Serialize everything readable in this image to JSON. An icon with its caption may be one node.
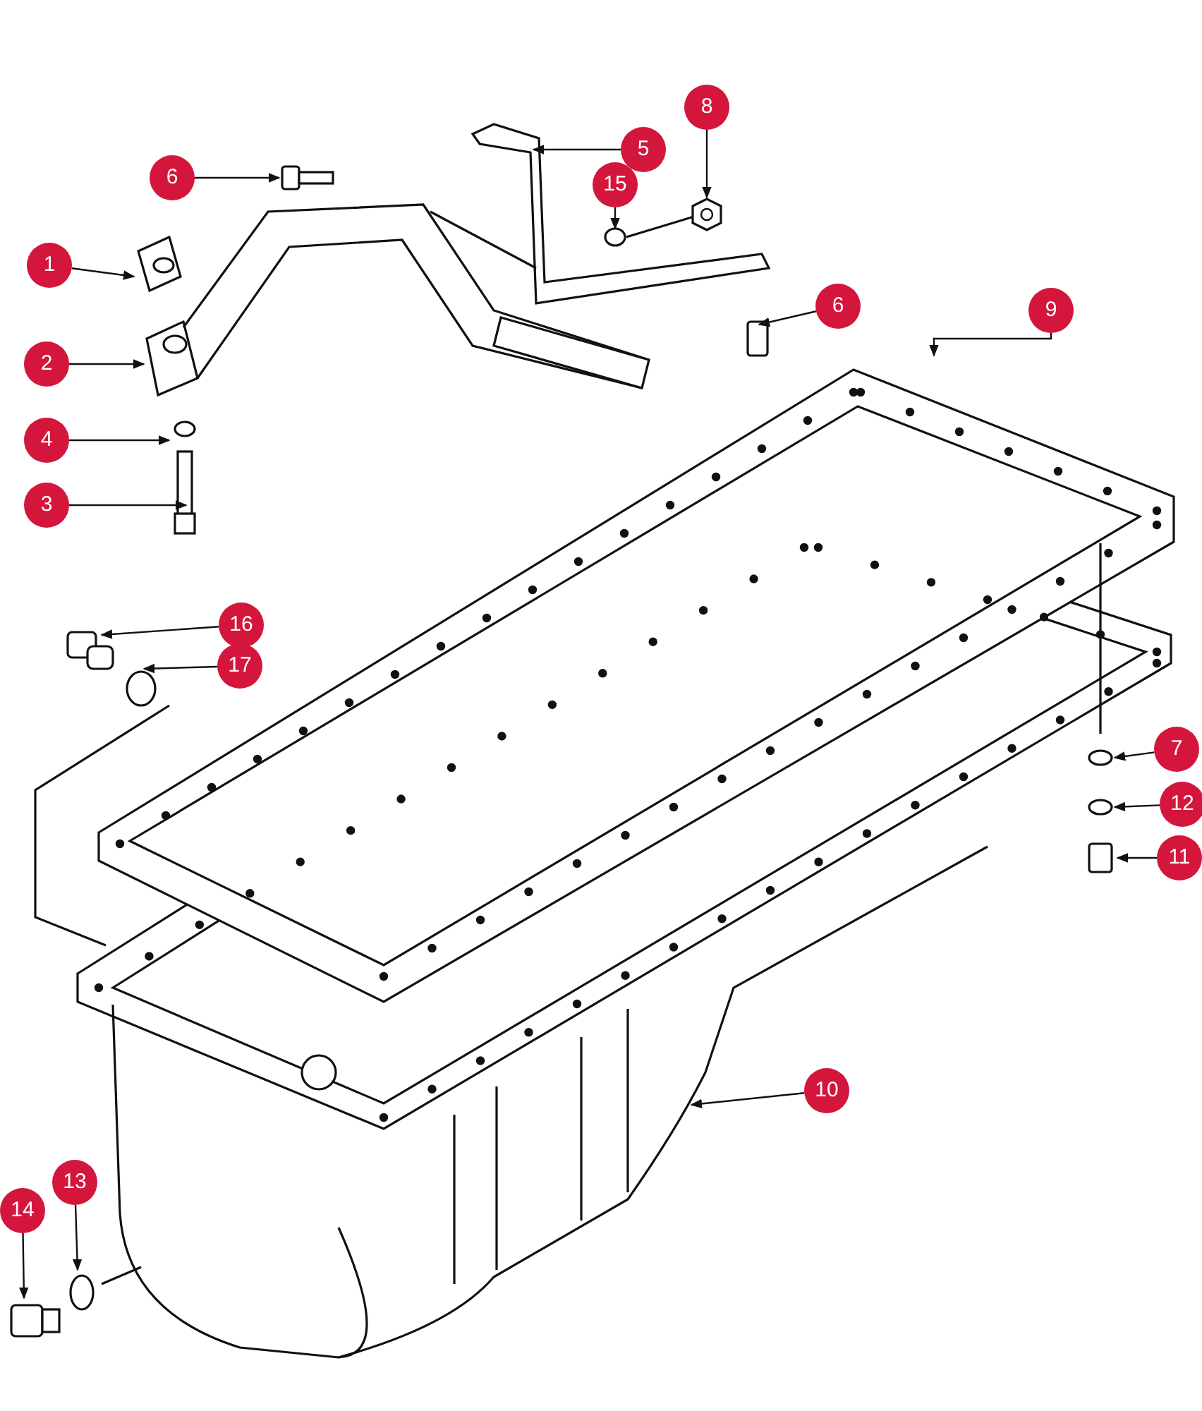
{
  "diagram": {
    "nodes": [
      {
        "text": [
          "8"
        ]
      },
      {
        "text": [
          "5"
        ]
      },
      {
        "text": [
          "6"
        ]
      },
      {
        "text": [
          "15"
        ]
      },
      {
        "text": [
          "1"
        ]
      },
      {
        "text": [
          "9"
        ]
      },
      {
        "text": [
          "6"
        ]
      },
      {
        "text": [
          "2"
        ]
      },
      {
        "text": [
          "4"
        ]
      },
      {
        "text": [
          "3"
        ]
      },
      {
        "text": [
          "16"
        ]
      },
      {
        "text": [
          "17"
        ]
      },
      {
        "text": [
          "7"
        ]
      },
      {
        "text": [
          "12"
        ]
      },
      {
        "text": [
          "11"
        ]
      },
      {
        "text": [
          "10"
        ]
      },
      {
        "text": [
          "13"
        ]
      },
      {
        "text": [
          "14"
        ]
      },
      {
        "text": [],
        "shape": "picture"
      }
    ],
    "edges": [
      {
        "from": 0,
        "to": 18,
        "arrow": "to"
      },
      {
        "from": 1,
        "to": null,
        "arrow": "to"
      },
      {
        "from": 2,
        "to": null,
        "arrow": "to"
      },
      {
        "from": 3,
        "to": null,
        "arrow": "to"
      },
      {
        "from": 4,
        "to": null,
        "arrow": "to"
      },
      {
        "from": 5,
        "to": null,
        "arrow": "to"
      },
      {
        "from": 6,
        "to": null,
        "arrow": "to"
      },
      {
        "from": 7,
        "to": null,
        "arrow": "to"
      },
      {
        "from": 8,
        "to": null,
        "arrow": "to"
      },
      {
        "from": 9,
        "to": null,
        "arrow": "to"
      },
      {
        "from": 10,
        "to": null,
        "arrow": "to"
      },
      {
        "from": 11,
        "to": null,
        "arrow": "to"
      },
      {
        "from": 12,
        "to": null,
        "arrow": "to"
      },
      {
        "from": 13,
        "to": null,
        "arrow": "to"
      },
      {
        "from": 14,
        "to": null,
        "arrow": "to"
      },
      {
        "from": 15,
        "to": null,
        "arrow": "to"
      },
      {
        "from": 16,
        "to": null,
        "arrow": "to"
      },
      {
        "from": 17,
        "to": null,
        "arrow": "to"
      }
    ]
  }
}
